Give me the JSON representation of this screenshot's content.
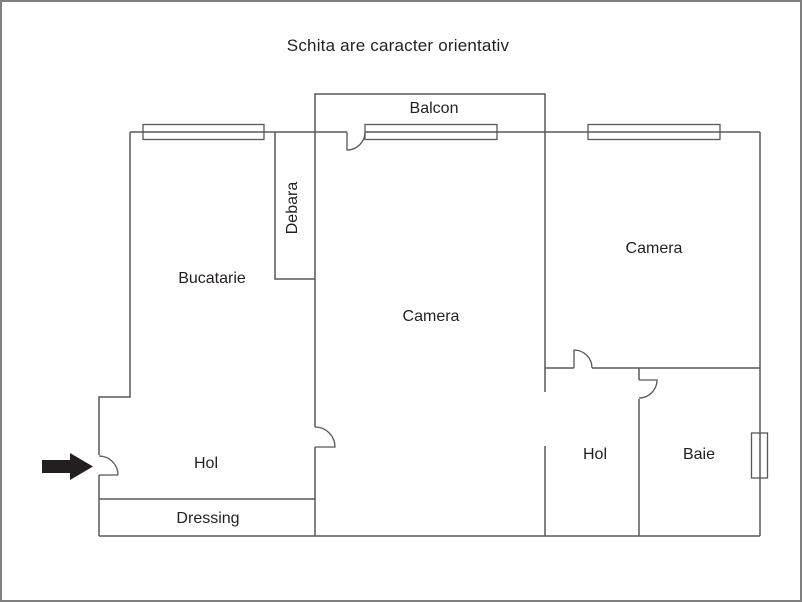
{
  "title": "Schita are caracter orientativ",
  "rooms": {
    "balcon": {
      "label": "Balcon"
    },
    "debara": {
      "label": "Debara"
    },
    "bucatarie": {
      "label": "Bucatarie"
    },
    "camera_center": {
      "label": "Camera"
    },
    "camera_right": {
      "label": "Camera"
    },
    "hol_left": {
      "label": "Hol"
    },
    "hol_right": {
      "label": "Hol"
    },
    "baie": {
      "label": "Baie"
    },
    "dressing": {
      "label": "Dressing"
    }
  },
  "icons": {
    "entrance_arrow": "right-pointing entrance arrow"
  },
  "colors": {
    "wall": "#58585a",
    "text": "#231f20",
    "arrow": "#231f20",
    "frame_border": "#7f7f7f",
    "background": "#ffffff"
  }
}
